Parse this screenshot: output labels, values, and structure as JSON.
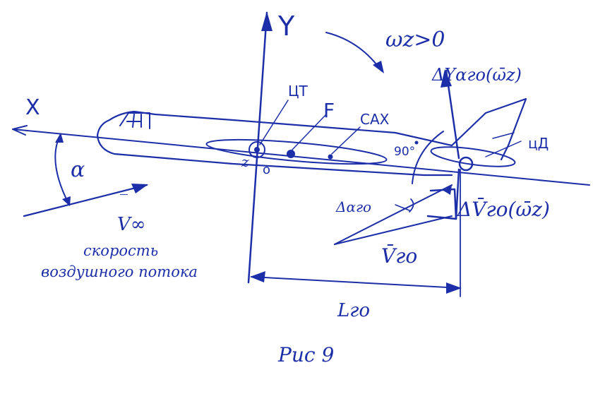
{
  "labels": {
    "x_axis": "X",
    "y_axis": "Y",
    "alpha": "α",
    "v_inf": "V∞",
    "v_inf_bar": "‾",
    "airflow_line1": "скорость",
    "airflow_line2": "воздушного потока",
    "cg": "ЦТ",
    "focus": "F",
    "mac": "САХ",
    "z": "z",
    "origin": "o",
    "omega_cond": "ωz>0",
    "delta_y": "ΔYαго(ω̄z)",
    "cd": "цД",
    "angle_90": "90°",
    "delta_alpha": "Δαго",
    "delta_v": "ΔV̄го(ω̄z)",
    "v_go": "V̄го",
    "length": "Lго",
    "caption": "Рис 9"
  },
  "colors": {
    "ink": "#1c2fa8",
    "background": "#ffffff"
  }
}
